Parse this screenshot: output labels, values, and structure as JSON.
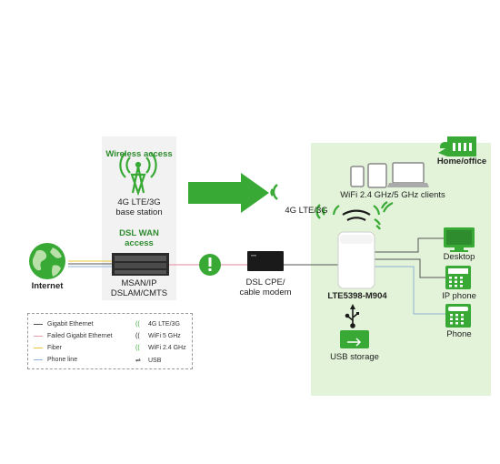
{
  "labels": {
    "wireless_access": "Wireless access",
    "base_station": "4G LTE/3G\nbase station",
    "dsl_wan_access": "DSL WAN\naccess",
    "msan": "MSAN/IP\nDSLAM/CMTS",
    "internet": "Internet",
    "lte_signal": "4G LTE/3G",
    "wifi_clients": "WiFi 2.4 GHz/5 GHz clients",
    "home_office": "Home/office",
    "dsl_cpe": "DSL CPE/\ncable modem",
    "router": "LTE5398-M904",
    "desktop": "Desktop",
    "ip_phone": "IP phone",
    "phone": "Phone",
    "usb_storage": "USB storage"
  },
  "legend": [
    {
      "label": "Gigabit Ethernet",
      "color": "#555555",
      "kind": "line"
    },
    {
      "label": "Failed Gigabit Ethernet",
      "color": "#e8a0b0",
      "kind": "line"
    },
    {
      "label": "Fiber",
      "color": "#e8c83a",
      "kind": "line"
    },
    {
      "label": "Phone line",
      "color": "#8fb0d8",
      "kind": "line"
    },
    {
      "label": "4G LTE/3G",
      "kind": "icon",
      "icon": "lte-signal-icon"
    },
    {
      "label": "WiFi 5 GHz",
      "kind": "icon",
      "icon": "wifi-5ghz-icon"
    },
    {
      "label": "WiFi 2.4 GHz",
      "kind": "icon",
      "icon": "wifi-24ghz-icon"
    },
    {
      "label": "USB",
      "kind": "icon",
      "icon": "usb-icon"
    }
  ],
  "colors": {
    "brand_green": "#39a935",
    "home_bg": "#e3f3d9",
    "access_bg": "#f2f2f2",
    "ethernet": "#555555",
    "failed": "#e8a0b0",
    "fiber": "#e8c83a",
    "phone_line": "#8fb0d8"
  }
}
